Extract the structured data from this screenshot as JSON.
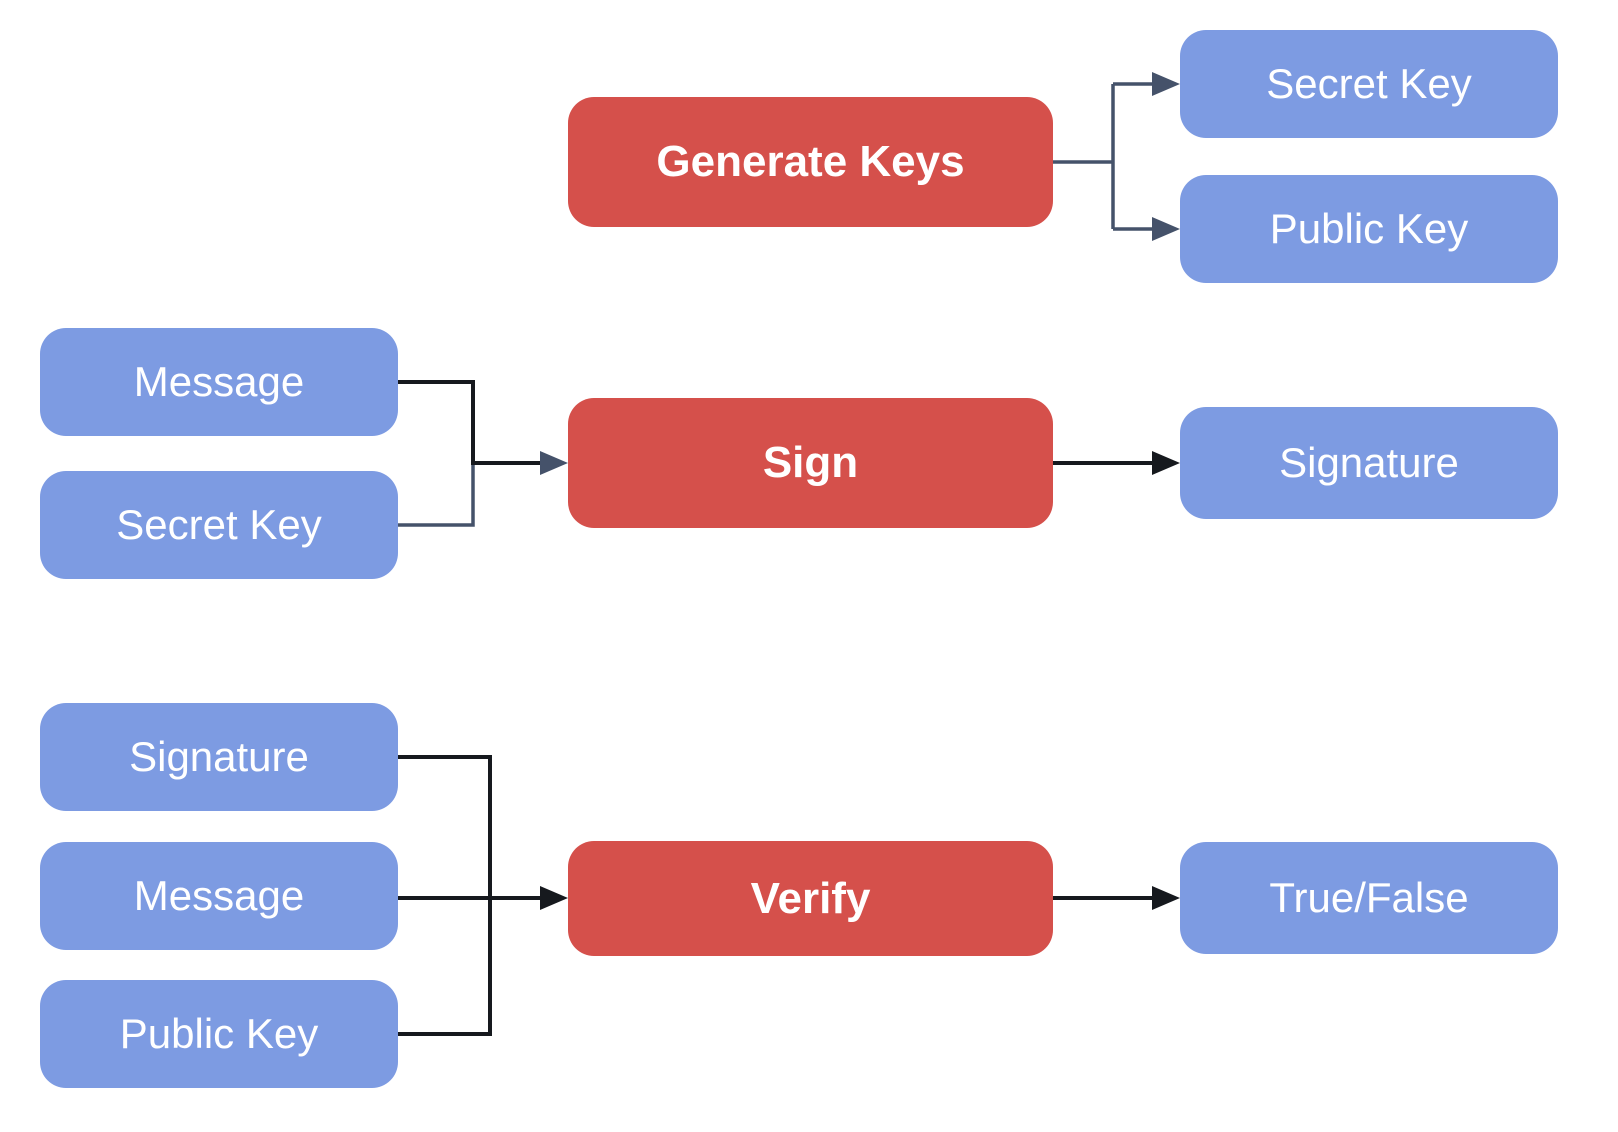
{
  "colors": {
    "process_fill": "#d5504b",
    "io_fill": "#7d9be2",
    "connector_dark": "#16191e",
    "connector_slate": "#45526a",
    "label_text": "#ffffff",
    "background": "#ffffff"
  },
  "rows": {
    "generate": {
      "process": "Generate Keys",
      "outputs": [
        "Secret Key",
        "Public Key"
      ]
    },
    "sign": {
      "inputs": [
        "Message",
        "Secret Key"
      ],
      "process": "Sign",
      "output": "Signature"
    },
    "verify": {
      "inputs": [
        "Signature",
        "Message",
        "Public Key"
      ],
      "process": "Verify",
      "output": "True/False"
    }
  }
}
